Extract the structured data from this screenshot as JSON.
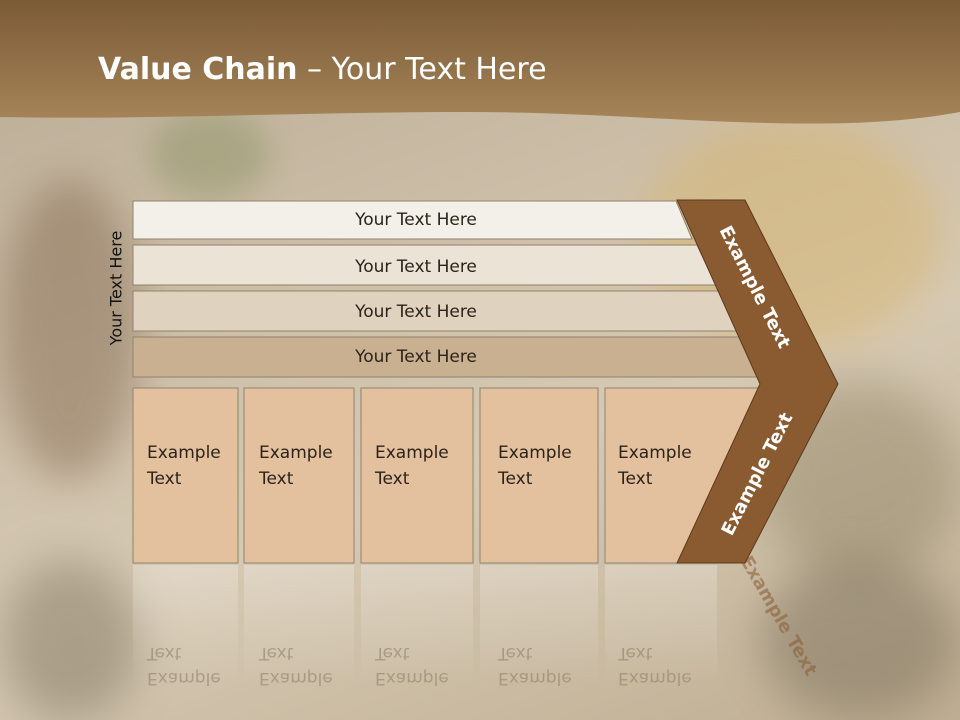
{
  "slide": {
    "title_bold": "Value Chain",
    "title_rest": " – Your Text Here",
    "vertical_label": "Your Text Here"
  },
  "bars": [
    {
      "label": "Your Text Here"
    },
    {
      "label": "Your Text Here"
    },
    {
      "label": "Your Text Here"
    },
    {
      "label": "Your Text Here"
    }
  ],
  "boxes": [
    {
      "line1": "Example",
      "line2": "Text"
    },
    {
      "line1": "Example",
      "line2": "Text"
    },
    {
      "line1": "Example",
      "line2": "Text"
    },
    {
      "line1": "Example",
      "line2": "Text"
    },
    {
      "line1": "Example",
      "line2": "Text"
    }
  ],
  "chevron": {
    "upper_label": "Example Text",
    "lower_label": "Example Text"
  },
  "colors": {
    "header": "#8d6c45",
    "chevron": "#8a5a30",
    "box_fill": "#e3c19f",
    "bar_fills": [
      "#f3f0ea",
      "#ebe3d5",
      "#dfd2bf",
      "#c9b091"
    ]
  }
}
